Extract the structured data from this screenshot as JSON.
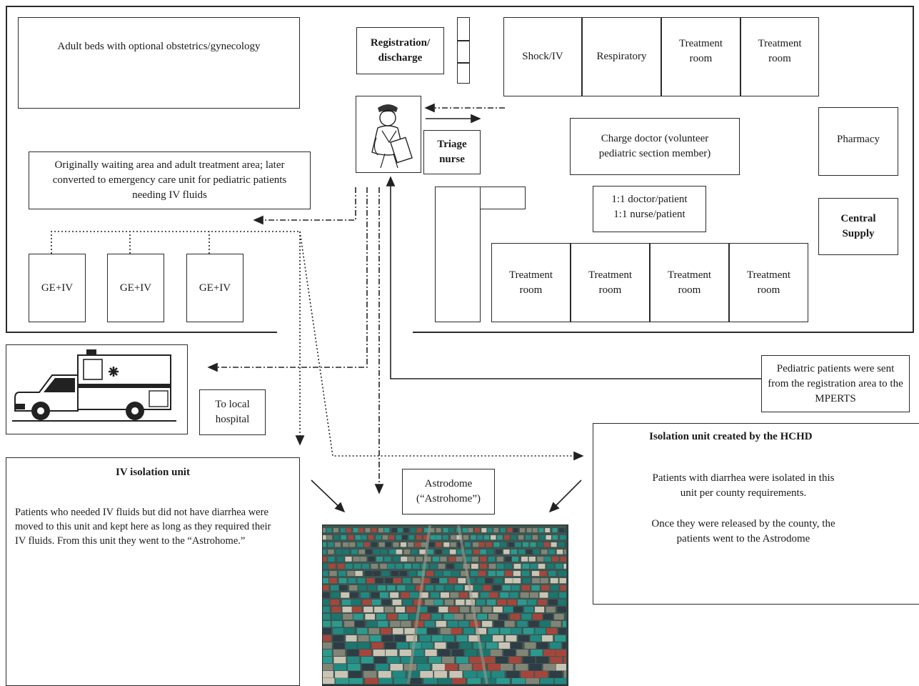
{
  "areas": {
    "adult_beds": "Adult beds with optional obstetrics/gynecology",
    "registration": "Registration/ discharge",
    "triage": "Triage nurse",
    "waiting_area": "Originally waiting area and adult treatment area; later converted to emergency care unit for pediatric patients needing IV fluids",
    "charge_doctor": "Charge doctor (volunteer pediatric section member)",
    "ratio_line1": "1:1 doctor/patient",
    "ratio_line2": "1:1 nurse/patient",
    "pharmacy": "Pharmacy",
    "central_supply": "Central Supply",
    "to_local_hospital": "To local hospital",
    "pediatric_note": "Pediatric patients were sent from the registration area to the MPERTS",
    "astrodome": "Astrodome (“Astrohome”)"
  },
  "top_rooms": [
    "Shock/IV",
    "Respiratory",
    "Treatment room",
    "Treatment room"
  ],
  "bottom_rooms": [
    "Treatment room",
    "Treatment room",
    "Treatment room",
    "Treatment room"
  ],
  "ge_units": [
    "GE+IV",
    "GE+IV",
    "GE+IV"
  ],
  "iv_isolation": {
    "title": "IV isolation unit",
    "body": "Patients who needed IV fluids but did not have diarrhea were moved to this unit and kept here as long as they required their IV fluids. From this unit they went to the “Astrohome.”"
  },
  "hchd_isolation": {
    "title": "Isolation unit created by the HCHD",
    "body1": "Patients with diarrhea were isolated in this unit per county requirements.",
    "body2": "Once they were released by the county, the patients went to the Astrodome"
  }
}
